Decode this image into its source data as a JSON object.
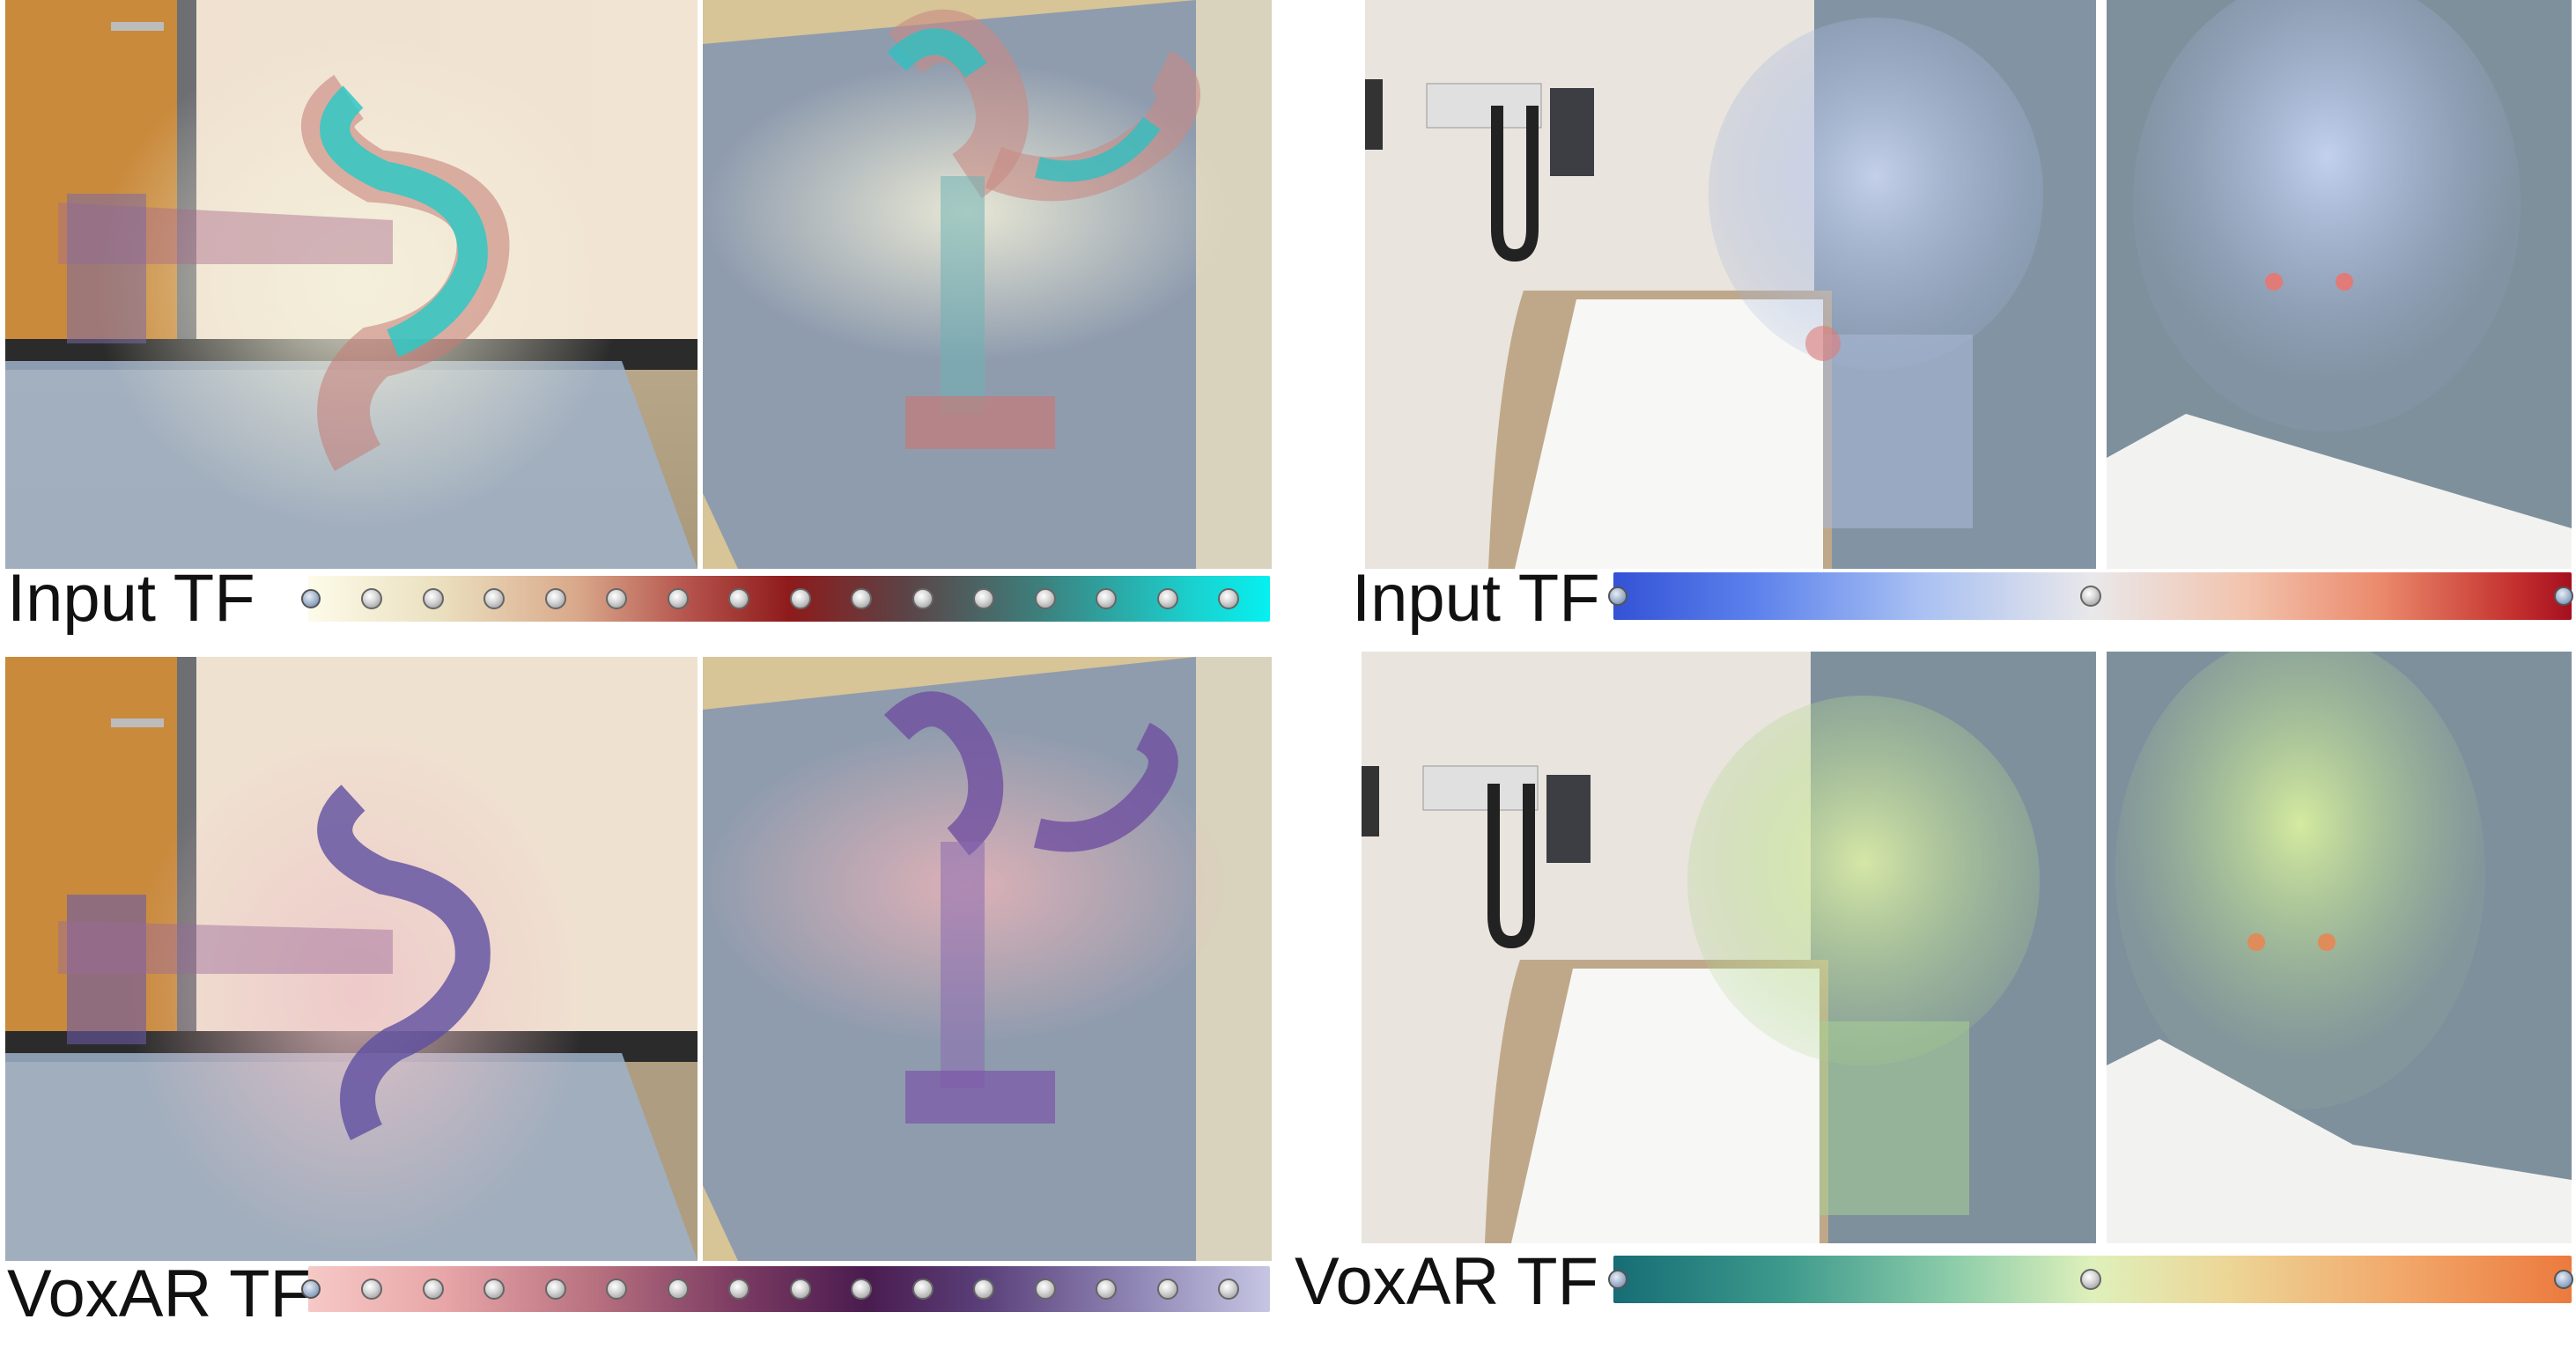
{
  "colors": {
    "input_tf_left": [
      "#fdfbe9",
      "#eadfbe",
      "#d9a88a",
      "#b3504a",
      "#8e1b1b",
      "#5c4346",
      "#3d7f7c",
      "#1ad1cf",
      "#06f0f0"
    ],
    "voxar_tf_left": [
      "#f6c9c6",
      "#e8a6a8",
      "#b7707f",
      "#7e3d63",
      "#4a1c4f",
      "#5a3f79",
      "#8f86b5",
      "#c6c6e3"
    ],
    "input_tf_right": [
      "#3352d6",
      "#5d82ec",
      "#a8c0f2",
      "#e9e8ea",
      "#f2c3ad",
      "#eb8a6c",
      "#c4312f",
      "#a50f1f"
    ],
    "voxar_tf_right": [
      "#166d75",
      "#3e9a8c",
      "#8fceaa",
      "#dff0bb",
      "#ecd697",
      "#f2a86b",
      "#ec7a3e"
    ]
  },
  "panels": {
    "left_top_a": "smoke-volume-over-hallway-floor",
    "left_top_b": "smoke-volume-over-carpet",
    "left_bottom_a": "smoke-volume-over-hallway-floor",
    "left_bottom_b": "smoke-volume-over-carpet",
    "right_top_a": "skull-ct-volume-exam-room",
    "right_top_b": "skull-ct-volume-front",
    "right_bottom_a": "skull-ct-volume-exam-room",
    "right_bottom_b": "skull-ct-volume-front"
  },
  "labels": {
    "left_input": "Input TF",
    "left_voxar": "VoxAR TF",
    "right_input": "Input TF",
    "right_voxar": "VoxAR TF"
  }
}
